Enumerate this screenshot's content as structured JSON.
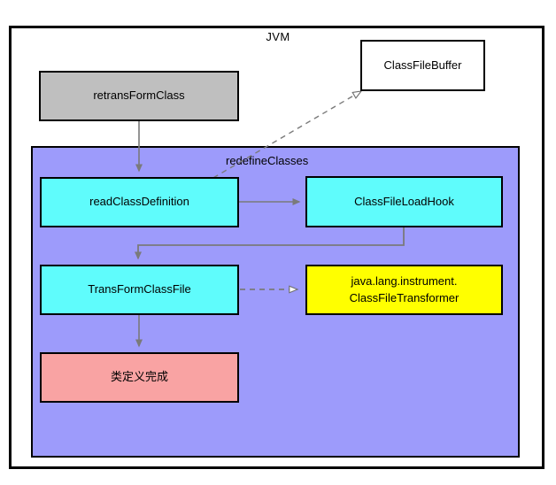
{
  "diagram": {
    "title": "JVM",
    "region_label": "redefineClasses",
    "nodes": {
      "retransform_class": "retransFormClass",
      "class_file_buffer": "ClassFileBuffer",
      "read_class_definition": "readClassDefinition",
      "class_file_load_hook": "ClassFileLoadHook",
      "transform_class_file": "TransFormClassFile",
      "class_file_transformer": "java.lang.instrument.\nClassFileTransformer",
      "class_definition_done": "类定义完成"
    },
    "colors": {
      "region_purple": "#9d9bfb",
      "node_gray": "#bfbfbf",
      "node_cyan": "#5ffcfc",
      "node_yellow": "#ffff00",
      "node_red": "#f9a3a3",
      "node_white": "#ffffff",
      "border_black": "#000000",
      "connector_gray": "#808080"
    },
    "connectors": [
      {
        "name": "retransform-to-readclassdef",
        "from": "retransFormClass",
        "to": "readClassDefinition",
        "style": "solid",
        "arrow": "filled"
      },
      {
        "name": "readclassdef-to-loadhook",
        "from": "readClassDefinition",
        "to": "ClassFileLoadHook",
        "style": "solid",
        "arrow": "filled"
      },
      {
        "name": "loadhook-to-transformclassfile",
        "from": "ClassFileLoadHook",
        "to": "TransFormClassFile",
        "style": "solid",
        "arrow": "filled"
      },
      {
        "name": "transformclassfile-to-done",
        "from": "TransFormClassFile",
        "to": "类定义完成",
        "style": "solid",
        "arrow": "filled"
      },
      {
        "name": "transformclassfile-to-transformer",
        "from": "TransFormClassFile",
        "to": "java.lang.instrument.ClassFileTransformer",
        "style": "dashed",
        "arrow": "hollow"
      },
      {
        "name": "redefineclasses-to-classfilebuffer",
        "from": "redefineClasses",
        "to": "ClassFileBuffer",
        "style": "dashed",
        "arrow": "hollow"
      }
    ]
  }
}
